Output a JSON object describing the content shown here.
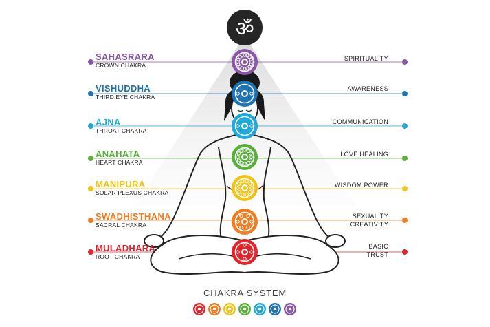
{
  "top_symbol": "ॐ",
  "title": "CHAKRA SYSTEM",
  "chakras": [
    {
      "name": "SAHASRARA",
      "subtitle": "CROWN CHAKRA",
      "meaning": [
        "SPIRITUALITY"
      ],
      "color": "#8a56a6"
    },
    {
      "name": "VISHUDDHA",
      "subtitle": "THIRD EYE CHAKRA",
      "meaning": [
        "AWARENESS"
      ],
      "color": "#1d73b3"
    },
    {
      "name": "AJNA",
      "subtitle": "THROAT CHAKRA",
      "meaning": [
        "COMMUNICATION"
      ],
      "color": "#20a9d8"
    },
    {
      "name": "ANAHATA",
      "subtitle": "HEART CHAKRA",
      "meaning": [
        "LOVE HEALING"
      ],
      "color": "#5aae3a"
    },
    {
      "name": "MANIPURA",
      "subtitle": "SOLAR PLEXUS CHAKRA",
      "meaning": [
        "WISDOM POWER"
      ],
      "color": "#f0c419"
    },
    {
      "name": "SWADHISTHANA",
      "subtitle": "SACRAL CHAKRA",
      "meaning": [
        "SEXUALITY",
        "CREATIVITY"
      ],
      "color": "#ef7d22"
    },
    {
      "name": "MULADHARA",
      "subtitle": "ROOT  CHAKRA",
      "meaning": [
        "BASIC",
        "TRUST"
      ],
      "color": "#e2242b"
    }
  ]
}
